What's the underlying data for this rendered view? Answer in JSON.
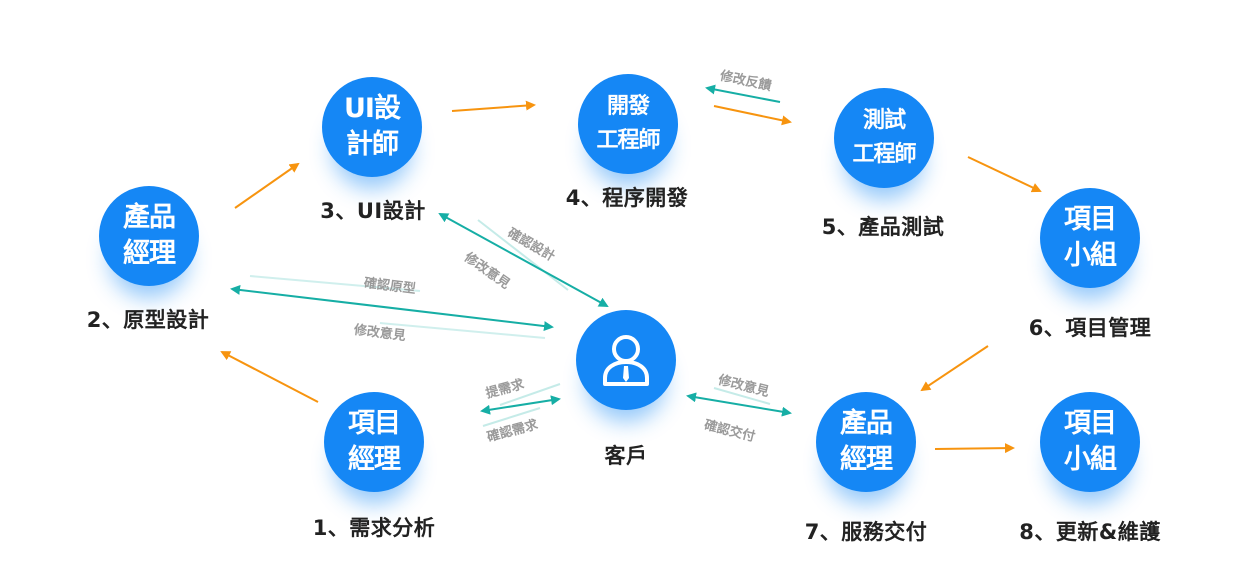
{
  "colors": {
    "node_fill": "#1587f5",
    "forward_arrow": "#f7940f",
    "feedback_arrow": "#16aea5",
    "step_text": "#222222",
    "edge_label_text": "#9a9a9a"
  },
  "nodes": {
    "product_manager_top": {
      "lines": [
        "產品",
        "經理"
      ]
    },
    "ui_designer": {
      "lines": [
        "UI設",
        "計師"
      ]
    },
    "dev_engineer": {
      "lines": [
        "開發",
        "工程師"
      ]
    },
    "test_engineer": {
      "lines": [
        "測試",
        "工程師"
      ]
    },
    "project_team_top": {
      "lines": [
        "項目",
        "小組"
      ]
    },
    "client": {
      "label": "客戶",
      "icon": "user-tie-icon"
    },
    "project_manager": {
      "lines": [
        "項目",
        "經理"
      ]
    },
    "product_manager_bottom": {
      "lines": [
        "產品",
        "經理"
      ]
    },
    "project_team_bottom": {
      "lines": [
        "項目",
        "小組"
      ]
    }
  },
  "steps": [
    {
      "number": "1",
      "label": "1、需求分析"
    },
    {
      "number": "2",
      "label": "2、原型設計"
    },
    {
      "number": "3",
      "label": "3、UI設計"
    },
    {
      "number": "4",
      "label": "4、程序開發"
    },
    {
      "number": "5",
      "label": "5、產品測試"
    },
    {
      "number": "6",
      "label": "6、項目管理"
    },
    {
      "number": "7",
      "label": "7、服務交付"
    },
    {
      "number": "8",
      "label": "8、更新&維護"
    }
  ],
  "edge_labels": {
    "feedback_dev_test": "修改反饋",
    "confirm_design": "確認設計",
    "revise_design": "修改意見",
    "confirm_prototype": "確認原型",
    "revise_prototype": "修改意見",
    "submit_requirements": "提需求",
    "confirm_requirements": "確認需求",
    "revise_delivery": "修改意見",
    "confirm_delivery": "確認交付"
  }
}
